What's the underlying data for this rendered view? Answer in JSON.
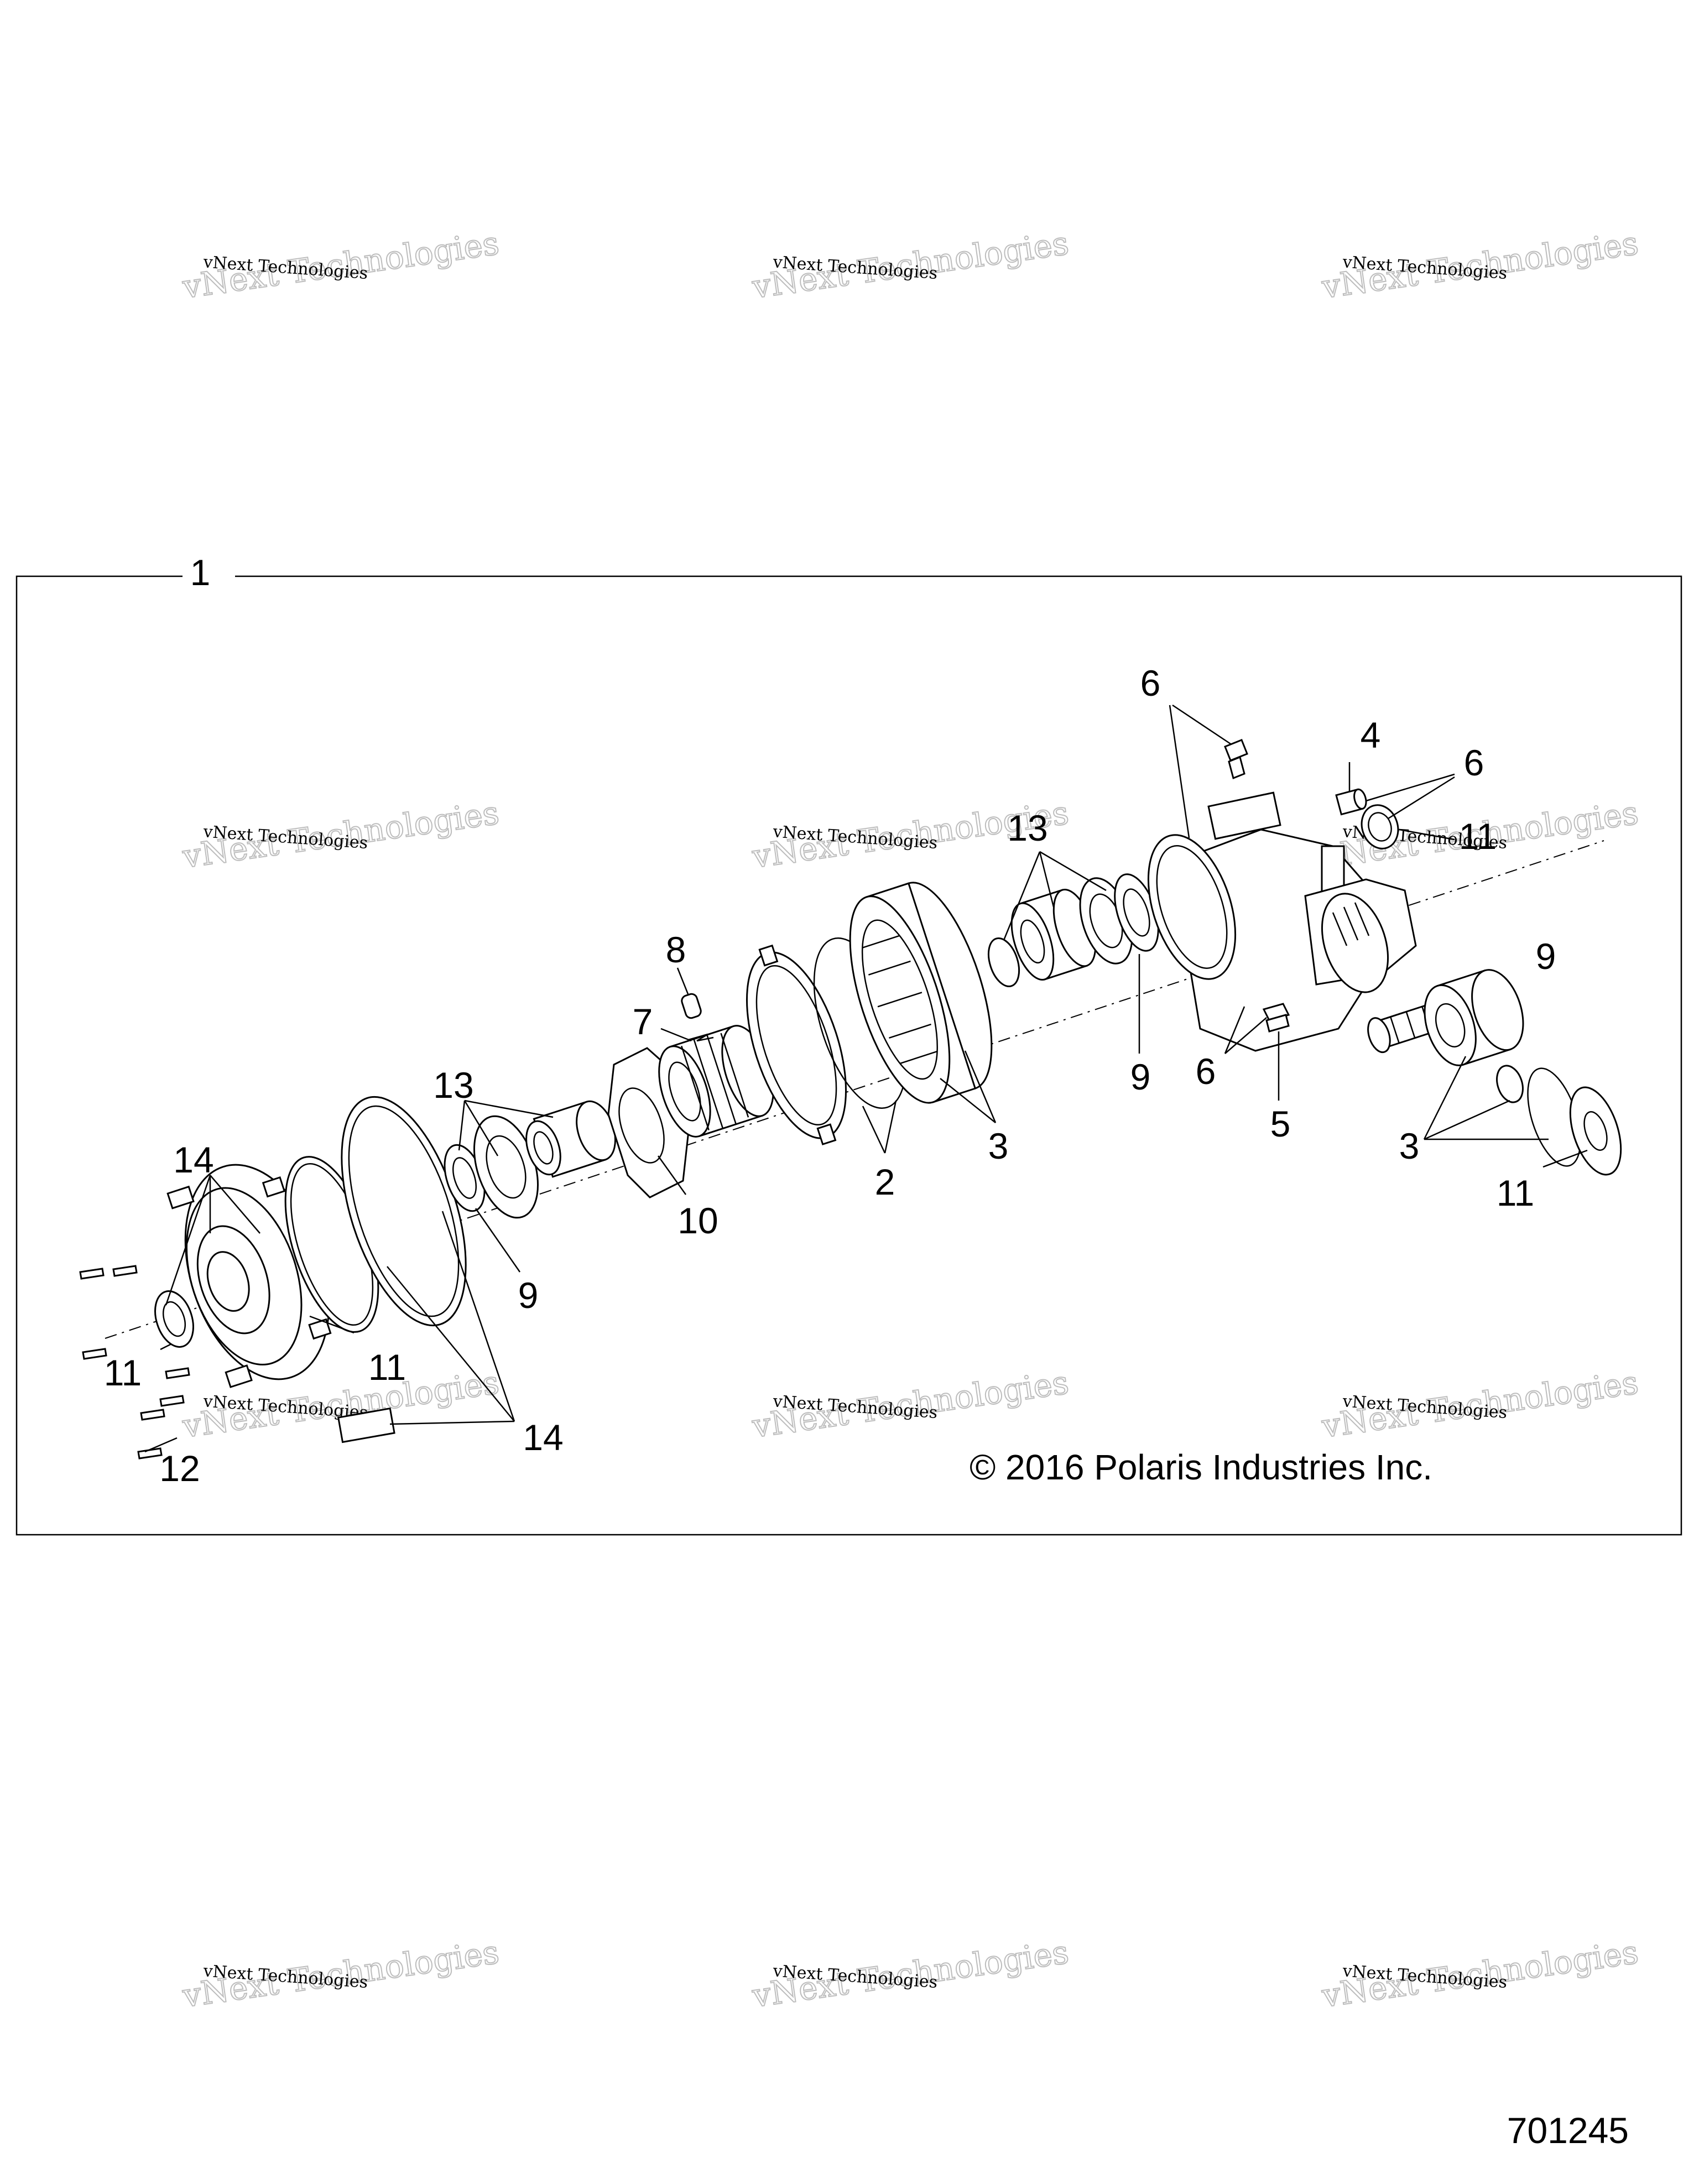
{
  "assembly_label": "1",
  "callouts": [
    "6",
    "4",
    "6",
    "11",
    "13",
    "9",
    "8",
    "7",
    "9",
    "6",
    "5",
    "3",
    "11",
    "2",
    "3",
    "13",
    "14",
    "10",
    "9",
    "11",
    "11",
    "12",
    "14"
  ],
  "copyright": "© 2016 Polaris Industries Inc.",
  "figure_number": "701245",
  "watermark": {
    "line_small": "vNext Technologies",
    "line_large": "vNext Technologies"
  }
}
